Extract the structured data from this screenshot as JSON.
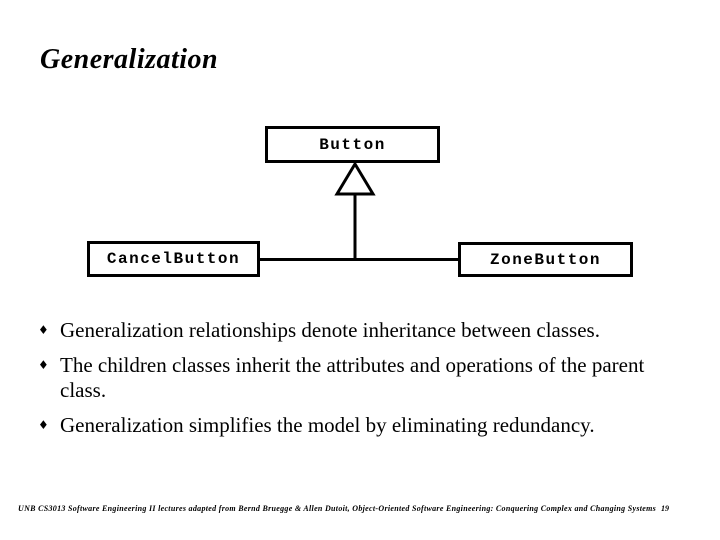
{
  "slide": {
    "title": "Generalization",
    "bullet_glyph": "♦",
    "bullets": [
      "Generalization relationships denote inheritance between classes.",
      "The children classes inherit the attributes and operations of the parent class.",
      "Generalization simplifies the model by eliminating redundancy."
    ],
    "footer_citation": "UNB CS3013 Software Engineering II lectures adapted from Bernd Bruegge & Allen Dutoit, Object-Oriented Software Engineering: Conquering Complex and Changing Systems",
    "page_number": "19"
  },
  "diagram": {
    "type": "uml-class-generalization",
    "classes": [
      {
        "label": "Button",
        "role": "parent"
      },
      {
        "label": "CancelButton",
        "role": "child"
      },
      {
        "label": "ZoneButton",
        "role": "child"
      }
    ],
    "colors": {
      "background": "#ffffff",
      "line": "#000000",
      "box_fill": "#ffffff",
      "text": "#000000"
    }
  }
}
